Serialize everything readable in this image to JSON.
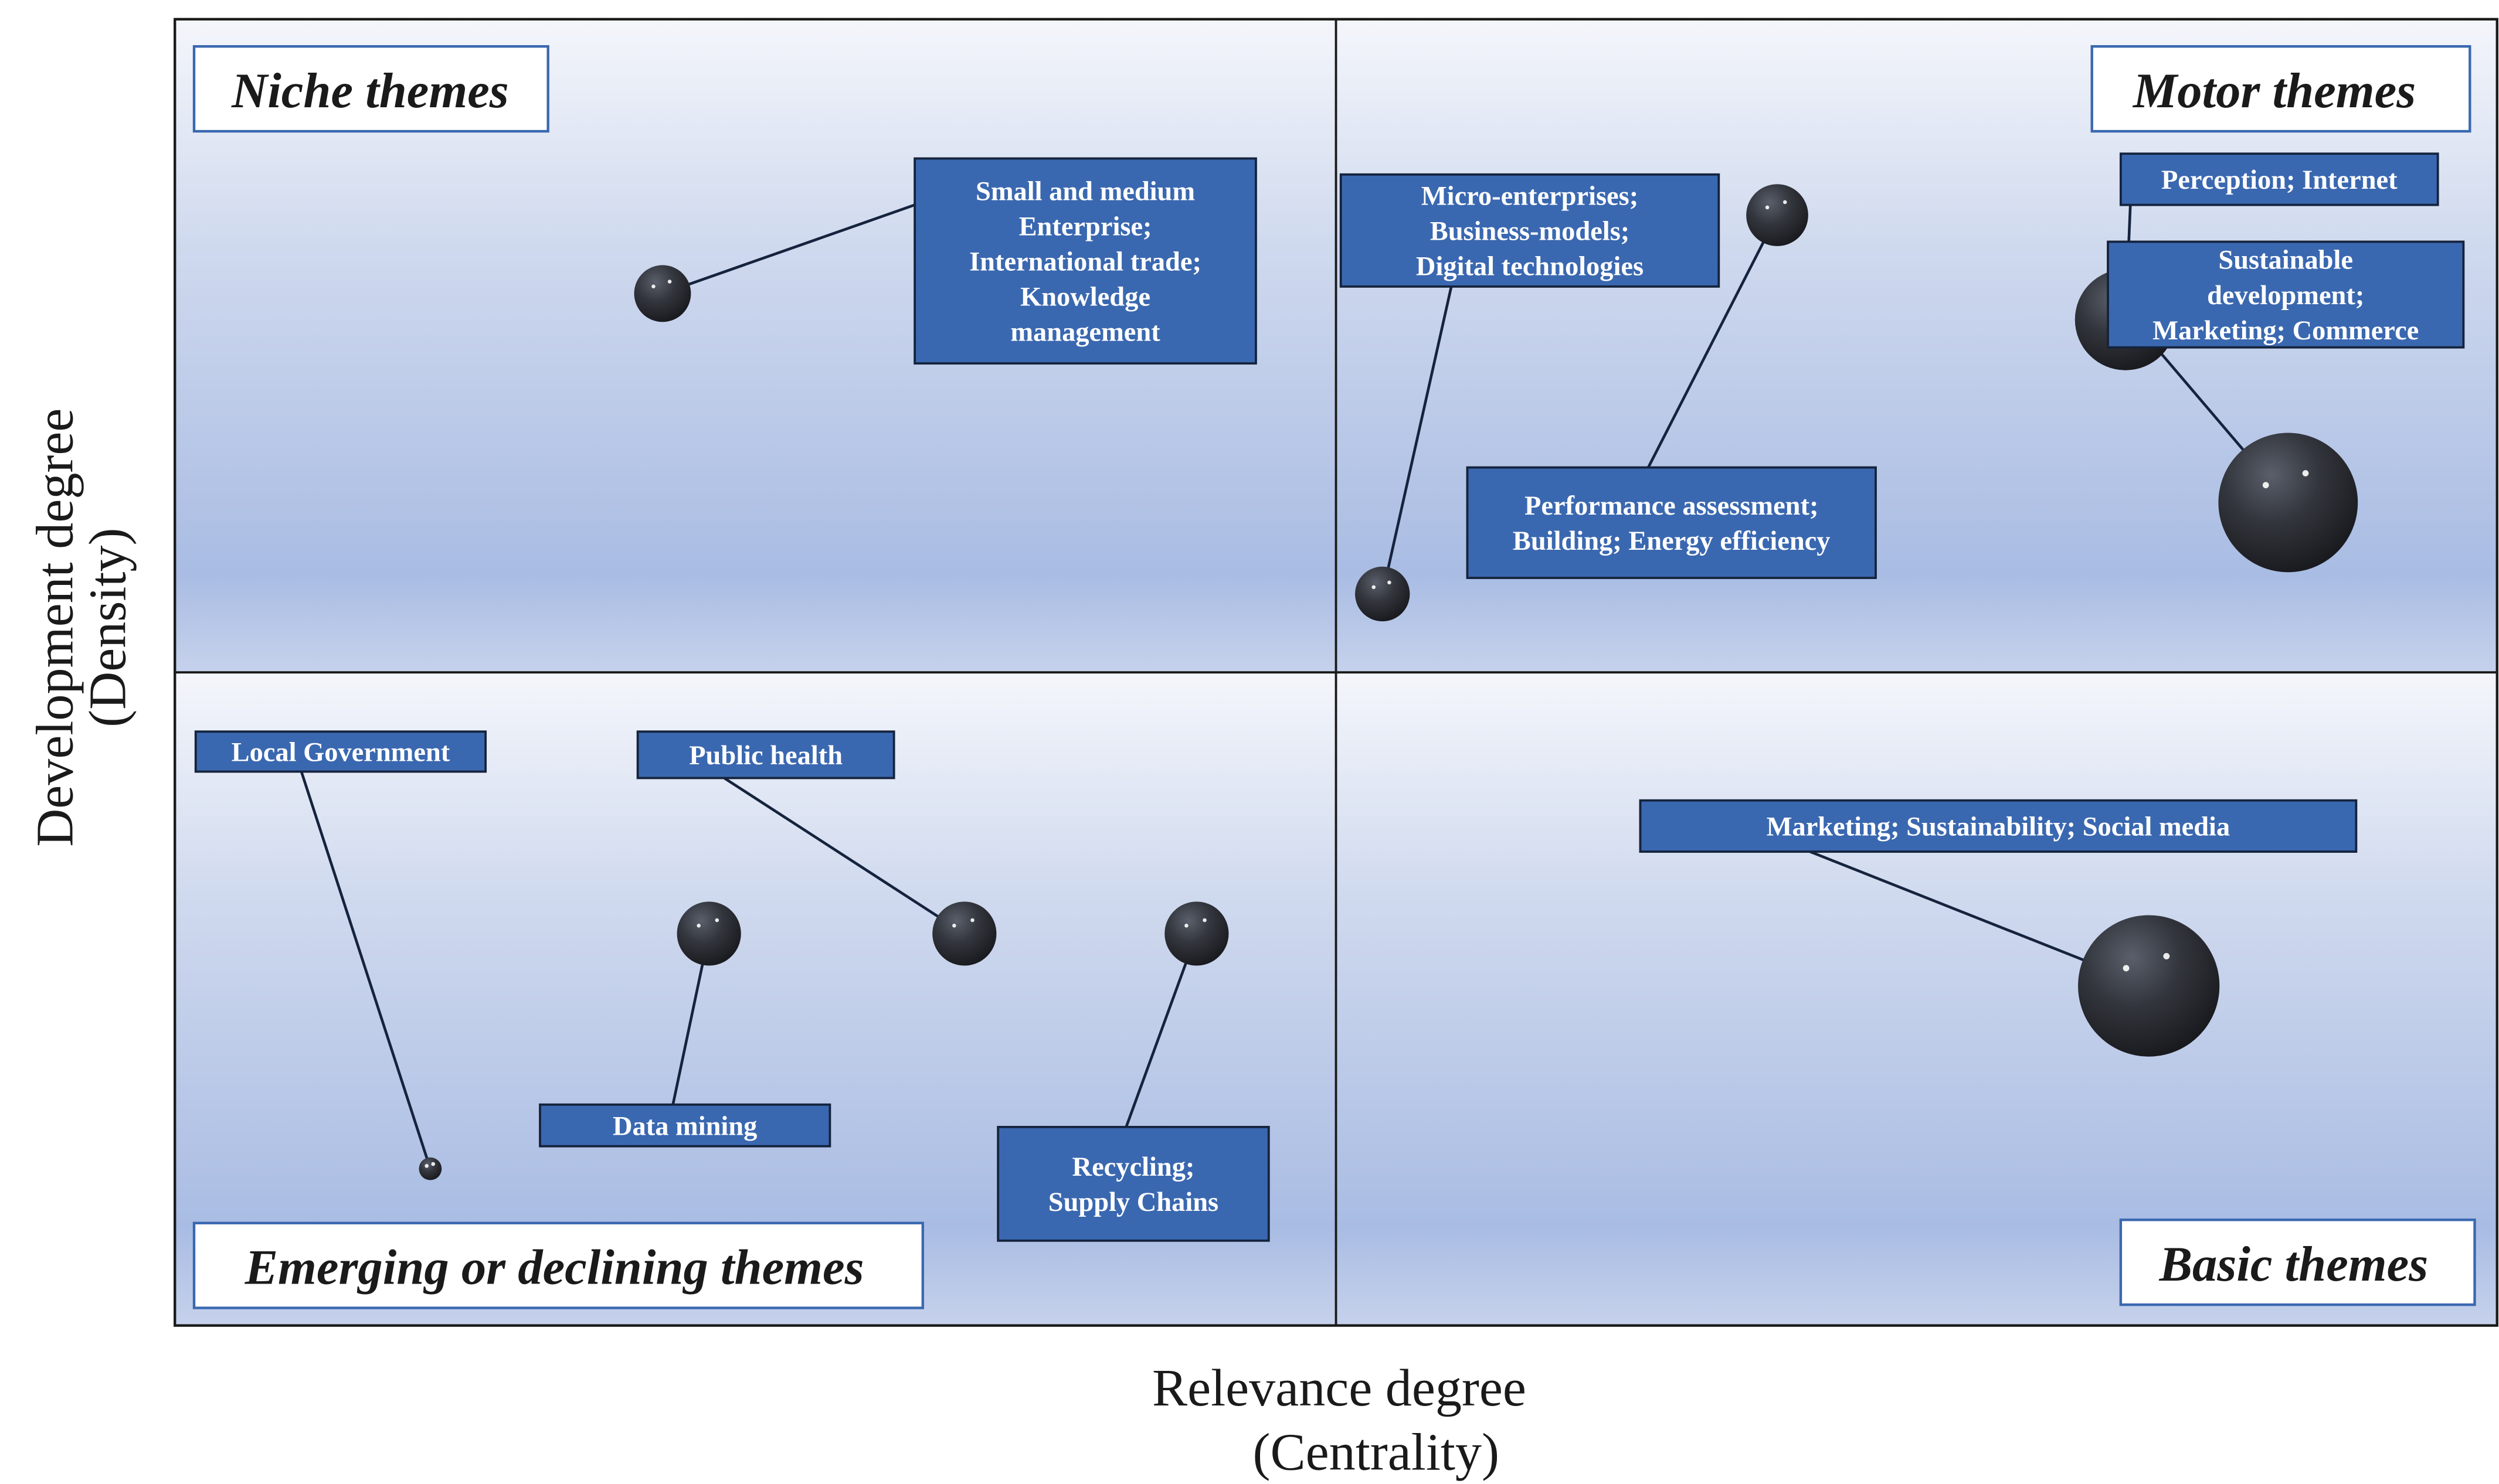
{
  "chart_data": {
    "type": "scatter",
    "subtype": "thematic-strategic-diagram",
    "xlabel": [
      "Relevance degree",
      "(Centrality)"
    ],
    "ylabel": [
      "Development degree",
      "(Density)"
    ],
    "quadrants": {
      "top_left": "Niche themes",
      "top_right": "Motor themes",
      "bottom_left": "Emerging or declining themes",
      "bottom_right": "Basic themes"
    },
    "bubble_color": "#2a2d33",
    "label_fill": "#3a68b0",
    "label_text_color": "#ffffff",
    "themes": [
      {
        "label": [
          "Small and medium",
          "Enterprise;",
          "International trade;",
          "Knowledge",
          "management"
        ],
        "x": 0.21,
        "y": 0.79,
        "size": 0.55
      },
      {
        "label": [
          "Micro-enterprises;",
          "Business-models;",
          "Digital technologies"
        ],
        "x": 0.52,
        "y": 0.56,
        "size": 0.53
      },
      {
        "label": [
          "Performance assessment;",
          "Building; Energy efficiency"
        ],
        "x": 0.69,
        "y": 0.85,
        "size": 0.6
      },
      {
        "label": [
          "Perception; Internet"
        ],
        "x": 0.84,
        "y": 0.77,
        "size": 0.98
      },
      {
        "label": [
          "Sustainable",
          "development;",
          "Marketing; Commerce"
        ],
        "x": 0.91,
        "y": 0.63,
        "size": 1.35
      },
      {
        "label": [
          "Marketing; Sustainability; Social media"
        ],
        "x": 0.85,
        "y": 0.26,
        "size": 1.37
      },
      {
        "label": [
          "Local Government"
        ],
        "x": 0.11,
        "y": 0.12,
        "size": 0.22
      },
      {
        "label": [
          "Public health"
        ],
        "x": 0.34,
        "y": 0.3,
        "size": 0.62
      },
      {
        "label": [
          "Data mining"
        ],
        "x": 0.23,
        "y": 0.3,
        "size": 0.62
      },
      {
        "label": [
          "Recycling;",
          "Supply Chains"
        ],
        "x": 0.44,
        "y": 0.3,
        "size": 0.62
      }
    ]
  }
}
